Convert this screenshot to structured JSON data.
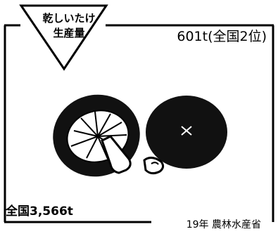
{
  "badge": {
    "line1": "乾しいたけ",
    "line2": "生産量"
  },
  "production": {
    "value_text": "601t(全国2位)"
  },
  "national_total": {
    "text": "全国3,566t"
  },
  "source": {
    "text": "19年 農林水産省"
  },
  "illustration": {
    "subject": "dried-shiitake-mushroom-icon"
  },
  "colors": {
    "ink": "#000000",
    "background": "#ffffff"
  }
}
